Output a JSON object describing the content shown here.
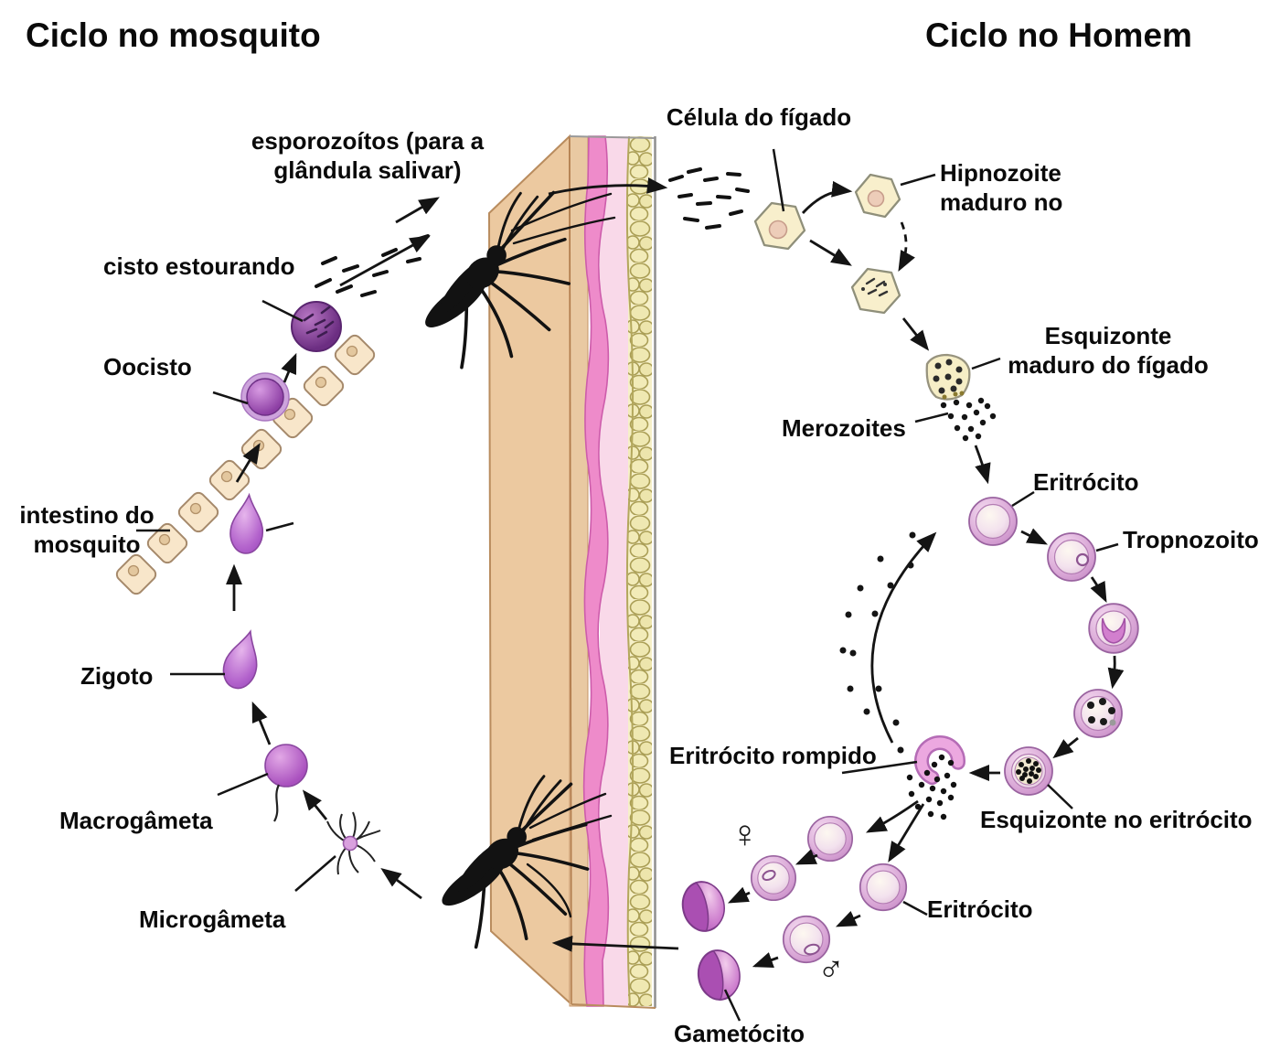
{
  "titles": {
    "mosquito_cycle": "Ciclo no mosquito",
    "human_cycle": "Ciclo no Homem"
  },
  "labels": {
    "sporozoites": {
      "line1": "esporozoítos (para a",
      "line2": "glândula salivar)"
    },
    "liver_cell": "Célula do fígado",
    "hypnozoite": {
      "line1": "Hipnozoite",
      "line2": "maduro no"
    },
    "mature_liver_schizont": {
      "line1": "Esquizonte",
      "line2": "maduro do fígado"
    },
    "merozoites": "Merozoites",
    "erythrocyte_top": "Eritrócito",
    "trophozoite": "Tropnozoito",
    "bursting_cyst": "cisto estourando",
    "oocyst": "Oocisto",
    "mosquito_gut": {
      "line1": "intestino do",
      "line2": "mosquito"
    },
    "zygote": "Zigoto",
    "macrogamete": "Macrogâmeta",
    "microgamete": "Microgâmeta",
    "ruptured_erythrocyte": "Eritrócito rompido",
    "schizont_in_erythrocyte": "Esquizonte no eritrócito",
    "erythrocyte_bottom": "Eritrócito",
    "gametocyte": "Gametócito"
  },
  "symbols": {
    "female": "♀",
    "male": "♂"
  },
  "colors": {
    "text": "#0a0a0a",
    "arrow": "#141414",
    "skin_side": "#ecc9a0",
    "skin_dermis_pink": "#ee8bca",
    "skin_light_pink": "#f9d9e9",
    "skin_fat_layer": "#f2ebb8",
    "liver_cell_fill": "#f8efcc",
    "erythrocyte_ring": "#d9a6d6",
    "parasite_purple": "#8d3fa4",
    "gametocyte_purple": "#b45fba",
    "mosquito_silhouette": "#121212"
  }
}
